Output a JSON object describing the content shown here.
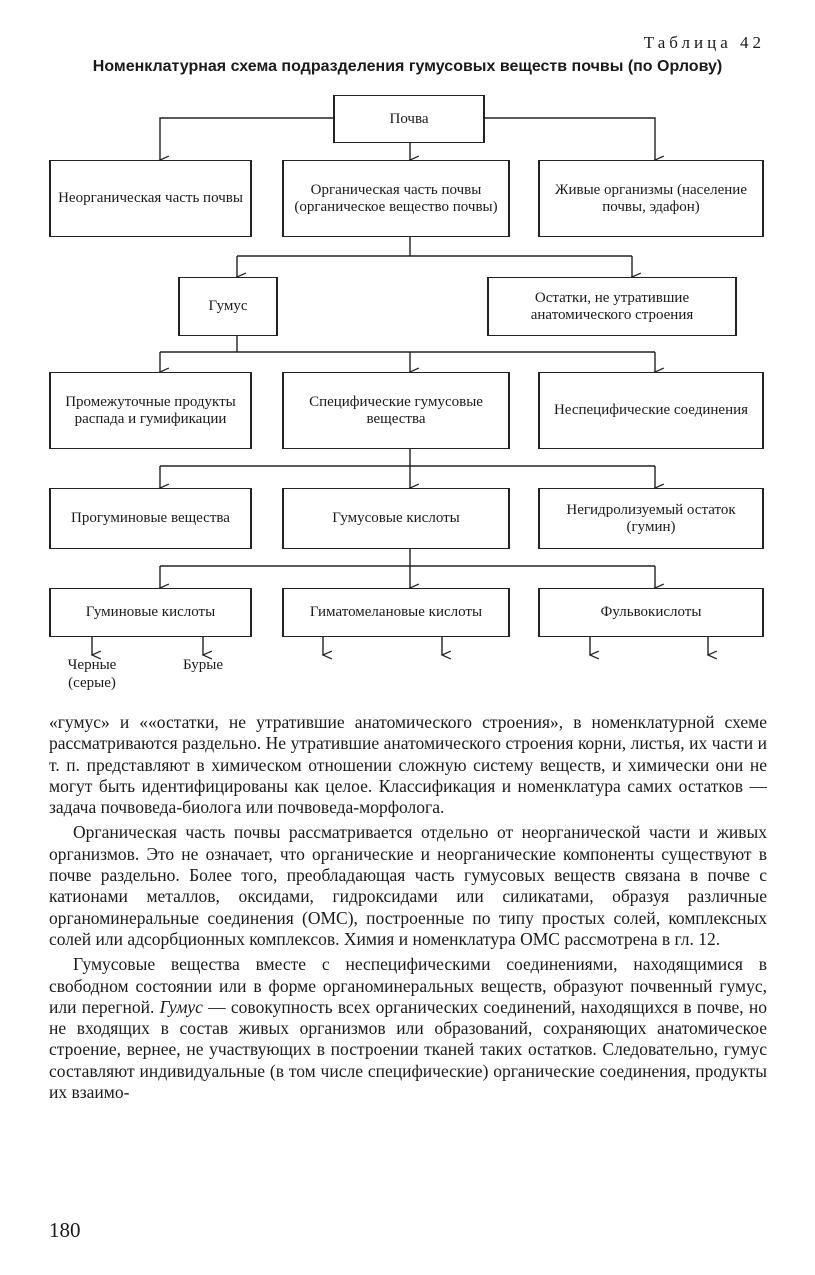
{
  "header": {
    "table_label": "Таблица 42",
    "title": "Номенклатурная схема подразделения гумусовых веществ почвы (по Орлову)"
  },
  "scheme": {
    "root": "Почва",
    "level1": {
      "inorganic": "Неорганическая часть почвы",
      "organic": "Органическая часть почвы (органическое вещество почвы)",
      "living": "Живые организмы (население почвы, эдафон)"
    },
    "level2": {
      "humus": "Гумус",
      "residues": "Остатки, не утратившие анатомического строения"
    },
    "level3": {
      "intermediate": "Промежуточные продукты распада и гумификации",
      "specific": "Специфические гумусовые вещества",
      "nonspecific": "Неспецифические соединения"
    },
    "level4": {
      "prohumin": "Прогуминовые вещества",
      "humic_acids": "Гумусовые кислоты",
      "humin": "Негидролизуемый остаток (гумин)"
    },
    "level5": {
      "huminic": "Гуминовые кислоты",
      "hymatomelanic": "Гиматомелановые кислоты",
      "fulvic": "Фульвокислоты"
    },
    "leaves": {
      "black": "Черные (серые)",
      "brown": "Бурые"
    }
  },
  "body": {
    "p1": "«гумус» и ««остатки, не утратившие анатомического строения», в номенклатурной схеме рассматриваются раздельно. Не утратившие анатомического строения корни, листья, их части и т. п. представляют в химическом отношении сложную систему веществ, и химически они не могут быть идентифицированы как целое. Классификация и номенклатура самих остатков — задача почвоведа-биолога или почвоведа-морфолога.",
    "p2": "Органическая часть почвы рассматривается отдельно от неорганической части и живых организмов. Это не означает, что органические и неорганические компоненты существуют в почве раздельно. Более того, преобладающая часть гумусовых веществ связана в почве с катионами металлов, оксидами, гидроксидами или силикатами, образуя различные органоминеральные соединения (ОМС), построенные по типу простых солей, комплексных солей или адсорбционных комплексов. Химия и номенклатура ОМС рассмотрена в гл. 12.",
    "p3_start": "Гумусовые вещества вместе с неспецифическими соединениями, находящимися в свободном состоянии или в форме органоминеральных веществ, образуют почвенный гумус, или перегной. ",
    "p3_term": "Гумус",
    "p3_rest": " — совокупность всех органических соединений, находящихся в почве, но не входящих в состав живых организмов или образований, сохраняющих анатомическое строение, вернее, не участвующих в построении тканей таких остатков. Следовательно, гумус составляют индивидуальные (в том числе специфические) органические соединения, продукты их взаимо-"
  },
  "page_number": "180"
}
